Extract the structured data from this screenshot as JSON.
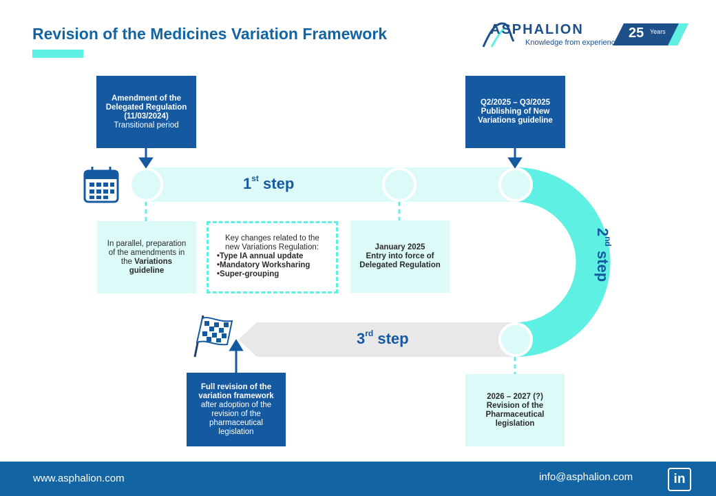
{
  "header": {
    "title": "Revision of the Medicines Variation Framework",
    "logo_name": "ASPHALION",
    "logo_tagline": "Knowledge from experience",
    "anniversary_number": "25",
    "anniversary_word": "Years"
  },
  "timeline": {
    "steps": [
      {
        "num": "1",
        "sup": "st",
        "word": "step"
      },
      {
        "num": "2",
        "sup": "nd",
        "word": "step"
      },
      {
        "num": "3",
        "sup": "rd",
        "word": "step"
      }
    ],
    "milestones": {
      "amendment": {
        "title_lines": [
          "Amendment of the",
          "Delegated Regulation",
          "(11/03/2024)"
        ],
        "subtitle": "Transitional period"
      },
      "guideline": {
        "title_lines": [
          "Q2/2025 – Q3/2025",
          "Publishing of New",
          "Variations guideline"
        ]
      },
      "parallel": {
        "text_lines": [
          "In parallel, preparation",
          "of the amendments in"
        ],
        "prefix": "the ",
        "bold": "Variations",
        "bold2": "guideline"
      },
      "key_changes": {
        "intro_lines": [
          "Key changes related to the",
          "new Variations Regulation:"
        ],
        "bullets": [
          "•Type IA annual update",
          "•Mandatory Worksharing",
          "•Super-grouping"
        ]
      },
      "entry_into_force": {
        "title_lines": [
          "January 2025",
          "Entry into force of",
          "Delegated Regulation"
        ]
      },
      "pharma_revision": {
        "title_lines": [
          "2026 – 2027 (?)",
          "Revision of the",
          "Pharmaceutical",
          "legislation"
        ]
      },
      "full_revision": {
        "title_lines": [
          "Full revision of the",
          "variation framework"
        ],
        "rest_lines": [
          "after adoption of the",
          "revision of the",
          "pharmaceutical",
          "legislation"
        ]
      }
    }
  },
  "footer": {
    "website": "www.asphalion.com",
    "email": "info@asphalion.com",
    "linkedin": "in"
  },
  "colors": {
    "brand_blue": "#1559a0",
    "title_blue": "#1264a3",
    "turquoise": "#5ef0e3",
    "light_turquoise": "#dcfbf8",
    "grey_arrow": "#e8e8e8"
  }
}
